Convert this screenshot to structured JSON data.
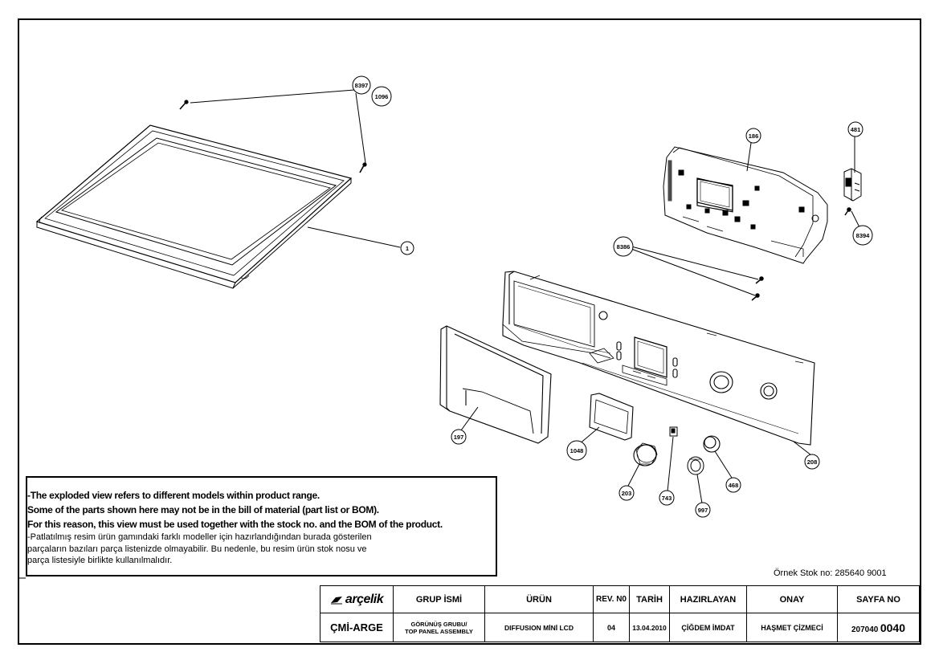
{
  "callouts": {
    "c8397": "8397",
    "c1096": "1096",
    "c1": "1",
    "c186": "186",
    "c481": "481",
    "c8394": "8394",
    "c8386": "8386",
    "c197": "197",
    "c1048": "1048",
    "c203": "203",
    "c743": "743",
    "c997": "997",
    "c468": "468",
    "c208": "208"
  },
  "notes": {
    "en_1": "-The exploded view refers to different models within product range.",
    "en_2": "Some of the parts shown here may not be in the bill of material (part list or BOM).",
    "en_3": "For this reason, this view must be used together with the stock no. and the BOM of the product.",
    "tr_1": "-Patlatılmış resim ürün gamındaki farklı modeller için hazırlandığından burada gösterilen",
    "tr_2": "parçaların bazıları parça listenizde olmayabilir. Bu nedenle, bu resim ürün stok nosu ve",
    "tr_3": "parça listesiyle birlikte kullanılmalıdır."
  },
  "sample_stock": "Örnek Stok no: 285640 9001",
  "title_block": {
    "brand": "arçelik",
    "brand_icon": "arcelik-logo-icon",
    "h_group": "GRUP İSMİ",
    "h_product": "ÜRÜN",
    "h_rev": "REV. N0",
    "h_date": "TARİH",
    "h_prepared": "HAZIRLAYAN",
    "h_approval": "ONAY",
    "h_page": "SAYFA NO",
    "dept": "ÇMİ-ARGE",
    "group_name_1": "GÖRÜNÜŞ GRUBU/",
    "group_name_2": "TOP PANEL ASSEMBLY",
    "product": "DIFFUSION MİNİ LCD",
    "rev": "04",
    "date": "13.04.2010",
    "prepared_by": "ÇİĞDEM İMDAT",
    "approved_by": "HAŞMET ÇİZMECİ",
    "page_prefix": "207040",
    "page_num": "0040"
  }
}
